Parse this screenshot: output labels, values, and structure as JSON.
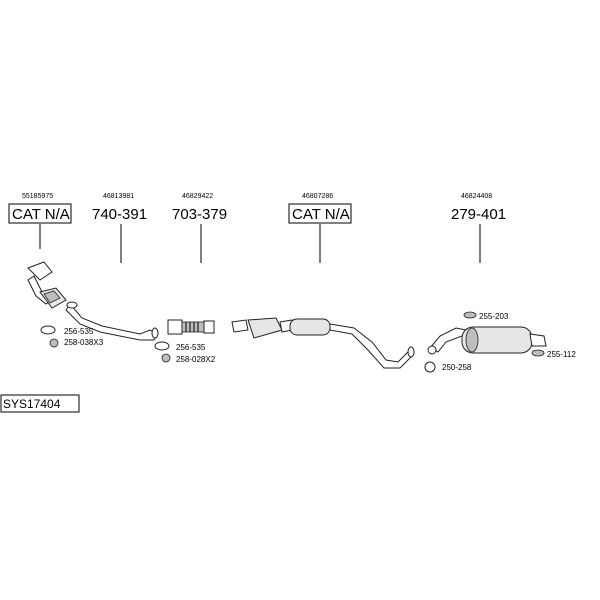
{
  "diagram_code": "SYS17404",
  "parts": [
    {
      "oe_number": "55185975",
      "part_number": "CAT N/A",
      "boxed": true
    },
    {
      "oe_number": "46813981",
      "part_number": "740-391",
      "boxed": false
    },
    {
      "oe_number": "46829422",
      "part_number": "703-379",
      "boxed": false
    },
    {
      "oe_number": "46807286",
      "part_number": "CAT N/A",
      "boxed": true
    },
    {
      "oe_number": "46824408",
      "part_number": "279-401",
      "boxed": false
    }
  ],
  "accessories": [
    {
      "label": "256-535",
      "icon": "gasket-icon"
    },
    {
      "label": "258-038X3",
      "icon": "nut-icon"
    },
    {
      "label": "256-535",
      "icon": "gasket-icon"
    },
    {
      "label": "258-028X2",
      "icon": "nut-icon"
    },
    {
      "label": "255-203",
      "icon": "rubber-mount-icon"
    },
    {
      "label": "250-258",
      "icon": "clamp-icon"
    },
    {
      "label": "255-112",
      "icon": "rubber-mount-icon"
    }
  ]
}
